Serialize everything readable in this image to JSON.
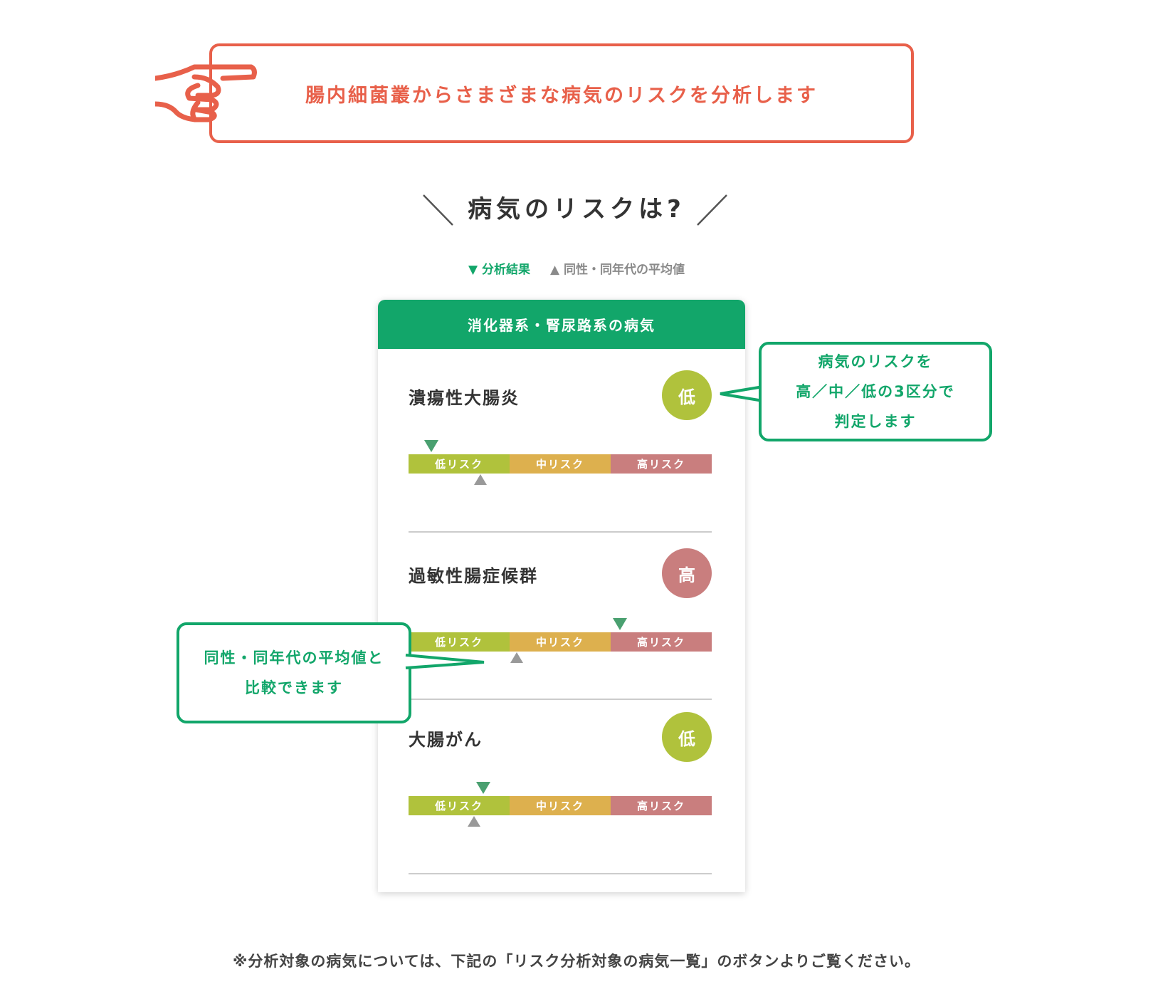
{
  "banner": {
    "text": "腸内細菌叢からさまざまな病気のリスクを分析します",
    "icon": "pointing-hand-icon",
    "color": "#e8604a"
  },
  "heading": {
    "title": "病気のリスクは?"
  },
  "legend": {
    "result_label": "分析結果",
    "average_label": "同性・同年代の平均値"
  },
  "card": {
    "header": "消化器系・腎尿路系の病気",
    "segments": [
      "低リスク",
      "中リスク",
      "高リスク"
    ],
    "colors": {
      "low": "#b0c23c",
      "mid": "#ddb04e",
      "high": "#c97e7e",
      "accent": "#12a66a"
    },
    "items": [
      {
        "name": "潰瘍性大腸炎",
        "level": "低",
        "level_key": "low",
        "result_pos": 0.076,
        "average_pos": 0.237
      },
      {
        "name": "過敏性腸症候群",
        "level": "高",
        "level_key": "high",
        "result_pos": 0.698,
        "average_pos": 0.356
      },
      {
        "name": "大腸がん",
        "level": "低",
        "level_key": "low",
        "result_pos": 0.246,
        "average_pos": 0.215
      }
    ]
  },
  "callouts": {
    "right": [
      "病気のリスクを",
      "高／中／低の3区分で",
      "判定します"
    ],
    "left": [
      "同性・同年代の平均値と",
      "比較できます"
    ]
  },
  "footnote": "※分析対象の病気については、下記の「リスク分析対象の病気一覧」のボタンよりご覧ください。"
}
